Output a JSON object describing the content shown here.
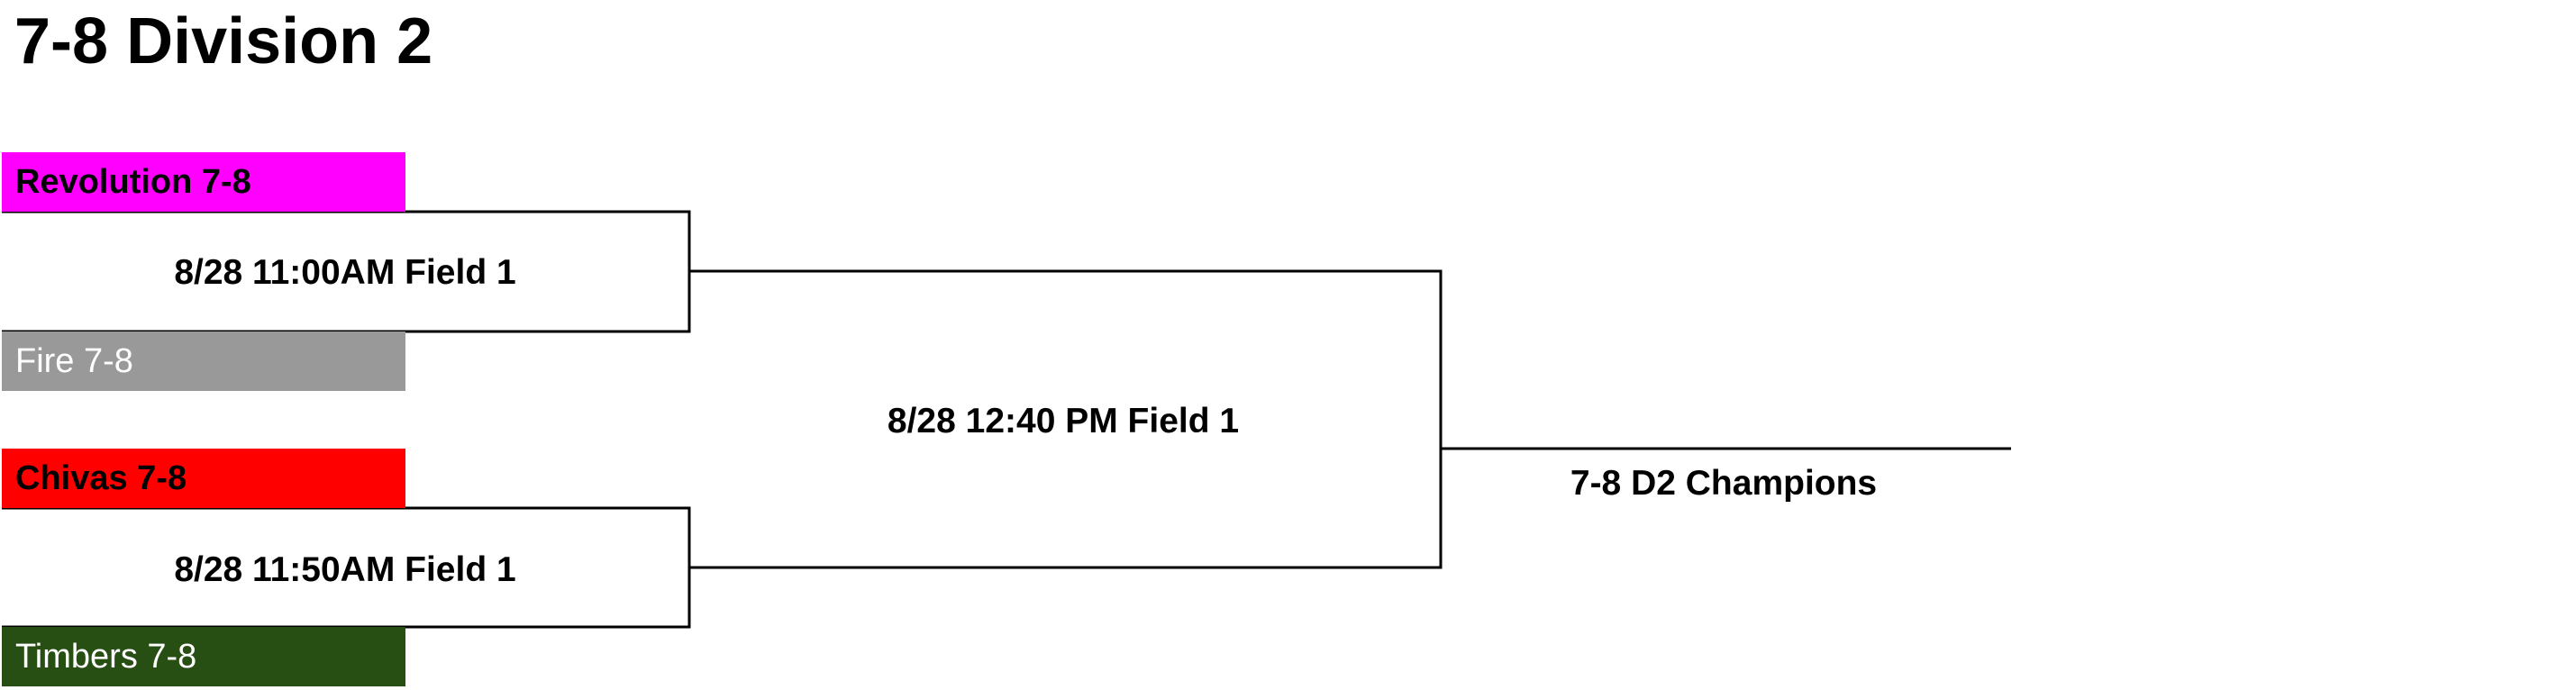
{
  "title": "7-8 Division 2",
  "teams": [
    {
      "name": "Revolution 7-8",
      "color": "#ff00ff",
      "text_color": "#000000"
    },
    {
      "name": "Fire 7-8",
      "color": "#999999",
      "text_color": "#ffffff"
    },
    {
      "name": "Chivas 7-8",
      "color": "#ff0000",
      "text_color": "#000000"
    },
    {
      "name": "Timbers 7-8",
      "color": "#274e13",
      "text_color": "#ffffff"
    }
  ],
  "games": {
    "semifinal_1": "8/28 11:00AM Field 1",
    "semifinal_2": "8/28 11:50AM Field 1",
    "final": "8/28 12:40 PM Field 1"
  },
  "champion_label": "7-8 D2 Champions"
}
